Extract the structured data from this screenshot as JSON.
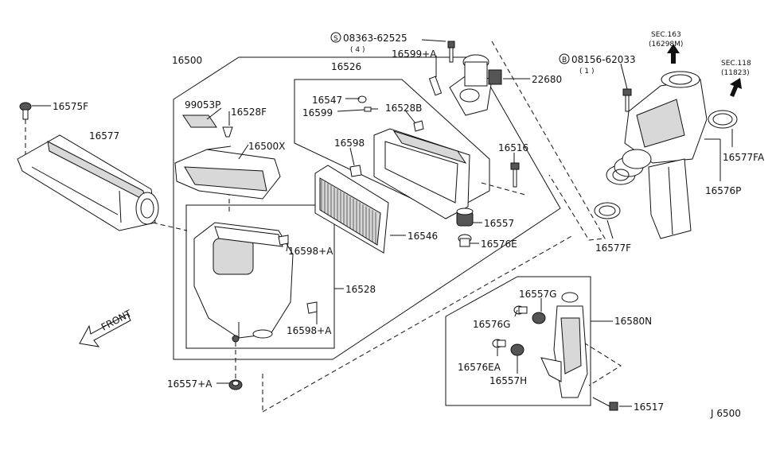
{
  "labels": {
    "p16575F": "16575F",
    "p16577": "16577",
    "p16500": "16500",
    "p99053P": "99053P",
    "p16528F": "16528F",
    "p16500X": "16500X",
    "p16526": "16526",
    "p16547": "16547",
    "p16599": "16599",
    "p16528B": "16528B",
    "p16598": "16598",
    "p16599A": "16599+A",
    "p22680": "22680",
    "p16516": "16516",
    "p16557": "16557",
    "p16546": "16546",
    "p16576E": "16576E",
    "p16598A1": "16598+A",
    "p16598A2": "16598+A",
    "p16528": "16528",
    "p16557A": "16557+A",
    "p16557G": "16557G",
    "p16576G": "16576G",
    "p16580N": "16580N",
    "p16576EA": "16576EA",
    "p16557H": "16557H",
    "p16517": "16517",
    "p16577FA": "16577FA",
    "p16576P": "16576P",
    "p16577F": "16577F",
    "bolt1": "08363-62525",
    "bolt1qty": "( 4 )",
    "bolt2": "08156-62033",
    "bolt2qty": "( 1 )",
    "sec163": "SEC.163",
    "sec163sub": "(16298M)",
    "sec118": "SEC.118",
    "sec118sub": "(11823)",
    "front": "FRONT",
    "diagram_id": "J 6500",
    "s_mark": "S",
    "b_mark": "B"
  }
}
